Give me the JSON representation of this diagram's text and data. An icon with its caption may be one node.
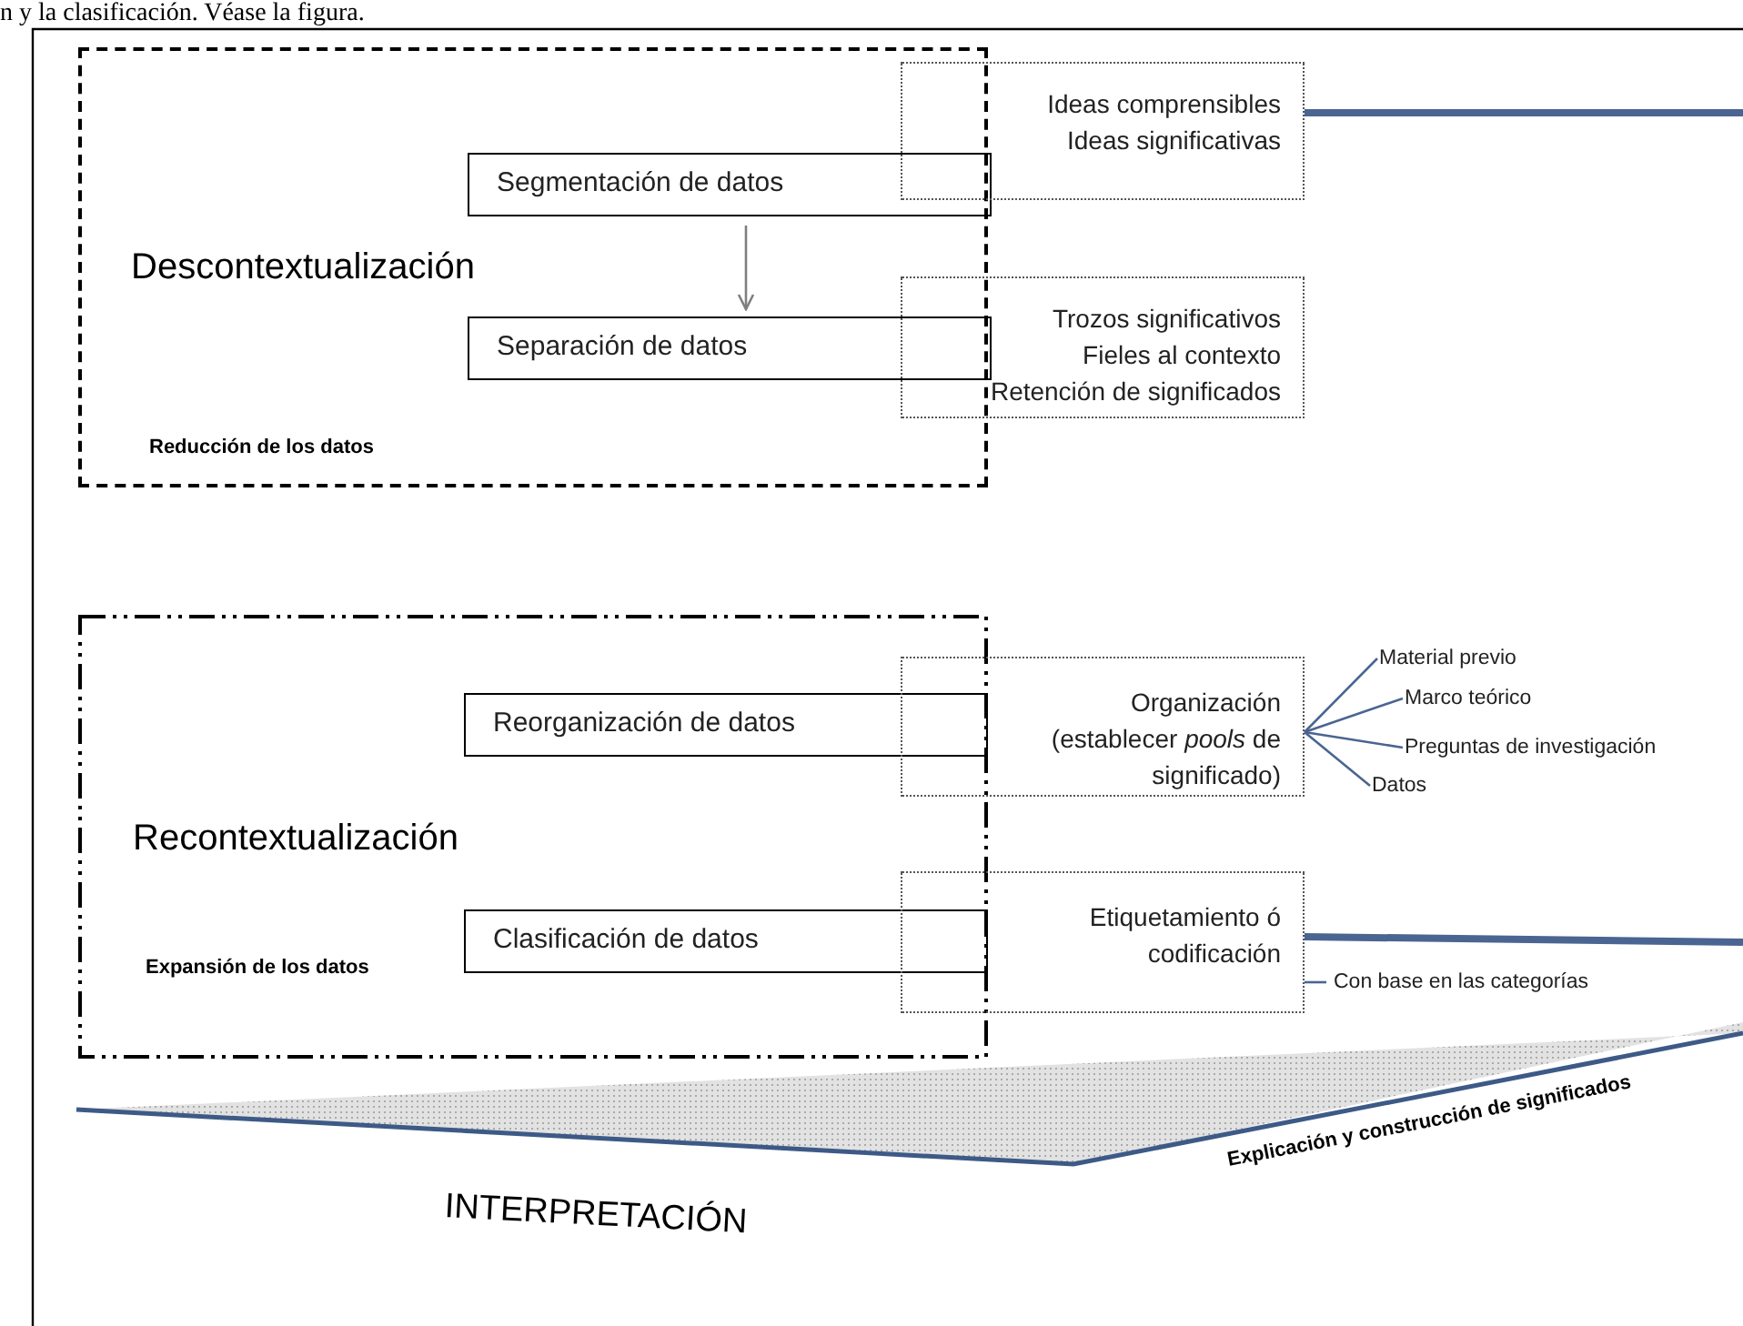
{
  "diagram": {
    "nodes": [
      {
        "text": [
          "Descontextualización",
          "Reducción de los datos"
        ]
      },
      {
        "text": [
          "Segmentación de datos"
        ],
        "in": 0
      },
      {
        "text": [
          "Separación de datos"
        ],
        "in": 0
      },
      {
        "text": [
          "Ideas comprensibles",
          "Ideas significativas"
        ]
      },
      {
        "text": [
          "Trozos significativos",
          "Fieles al contexto",
          "Retención de significados"
        ]
      },
      {
        "text": [
          "Recontextualización",
          "Expansión de los datos"
        ]
      },
      {
        "text": [
          "Reorganización de datos"
        ],
        "in": 5
      },
      {
        "text": [
          "Clasificación de datos"
        ],
        "in": 5
      },
      {
        "text": [
          "Organización (establecer *pools* de significado)"
        ]
      },
      {
        "text": [
          "Etiquetamiento ó codificación"
        ]
      },
      {
        "text": [
          "Material previo"
        ]
      },
      {
        "text": [
          "Marco teórico"
        ]
      },
      {
        "text": [
          "Preguntas de investigación"
        ]
      },
      {
        "text": [
          "Datos"
        ]
      },
      {
        "text": [
          "Con base en las categorías"
        ]
      },
      {
        "text": [
          "INTERPRETACIÓN"
        ],
        "beside": [
          "Explicación y construcción de significados"
        ]
      }
    ],
    "edges": [
      {
        "from": 1,
        "to": 2,
        "arrow": "to",
        "color": "#7f7f7f"
      },
      {
        "from": 3,
        "to": null,
        "arrow": "none",
        "style": "thick"
      },
      {
        "from": 8,
        "to": 10,
        "arrow": "none"
      },
      {
        "from": 8,
        "to": 11,
        "arrow": "none"
      },
      {
        "from": 8,
        "to": 12,
        "arrow": "none"
      },
      {
        "from": 8,
        "to": 13,
        "arrow": "none"
      },
      {
        "from": 9,
        "to": null,
        "arrow": "none",
        "style": "thick"
      },
      {
        "from": 9,
        "to": 14,
        "arrow": "none"
      }
    ],
    "labels": [
      "n y la clasificación. Véase la figura."
    ]
  }
}
